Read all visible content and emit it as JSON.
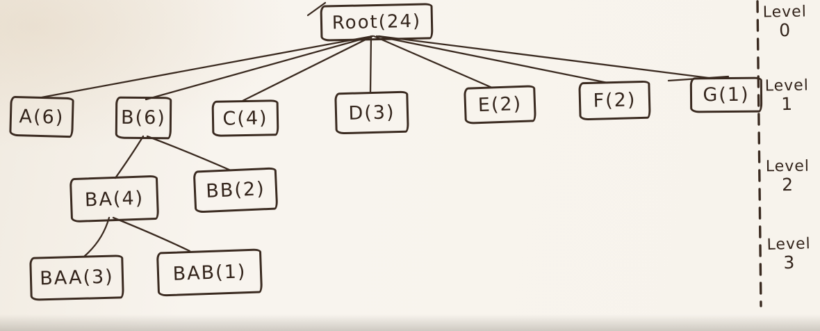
{
  "diagram": {
    "type": "tree",
    "style": "hand-drawn-marker-on-paper",
    "ink_color": "#3a2a20",
    "paper_color": "#f7f3ec",
    "root_total": 24,
    "nodes": [
      {
        "id": "root",
        "label": "Root(24)",
        "name": "Root",
        "value": 24,
        "level": 0
      },
      {
        "id": "a",
        "label": "A(6)",
        "name": "A",
        "value": 6,
        "level": 1
      },
      {
        "id": "b",
        "label": "B(6)",
        "name": "B",
        "value": 6,
        "level": 1
      },
      {
        "id": "c",
        "label": "C(4)",
        "name": "C",
        "value": 4,
        "level": 1
      },
      {
        "id": "d",
        "label": "D(3)",
        "name": "D",
        "value": 3,
        "level": 1
      },
      {
        "id": "e",
        "label": "E(2)",
        "name": "E",
        "value": 2,
        "level": 1
      },
      {
        "id": "f",
        "label": "F(2)",
        "name": "F",
        "value": 2,
        "level": 1
      },
      {
        "id": "g",
        "label": "G(1)",
        "name": "G",
        "value": 1,
        "level": 1
      },
      {
        "id": "ba",
        "label": "BA(4)",
        "name": "BA",
        "value": 4,
        "level": 2
      },
      {
        "id": "bb",
        "label": "BB(2)",
        "name": "BB",
        "value": 2,
        "level": 2
      },
      {
        "id": "baa",
        "label": "BAA(3)",
        "name": "BAA",
        "value": 3,
        "level": 3
      },
      {
        "id": "bab",
        "label": "BAB(1)",
        "name": "BAB",
        "value": 1,
        "level": 3
      }
    ],
    "edges": [
      {
        "from": "Root",
        "to": "A"
      },
      {
        "from": "Root",
        "to": "B"
      },
      {
        "from": "Root",
        "to": "C"
      },
      {
        "from": "Root",
        "to": "D"
      },
      {
        "from": "Root",
        "to": "E"
      },
      {
        "from": "Root",
        "to": "F"
      },
      {
        "from": "Root",
        "to": "G"
      },
      {
        "from": "B",
        "to": "BA"
      },
      {
        "from": "B",
        "to": "BB"
      },
      {
        "from": "BA",
        "to": "BAA"
      },
      {
        "from": "BA",
        "to": "BAB"
      }
    ],
    "level_labels": [
      {
        "word": "Level",
        "number": "0"
      },
      {
        "word": "Level",
        "number": "1"
      },
      {
        "word": "Level",
        "number": "2"
      },
      {
        "word": "Level",
        "number": "3"
      }
    ]
  }
}
